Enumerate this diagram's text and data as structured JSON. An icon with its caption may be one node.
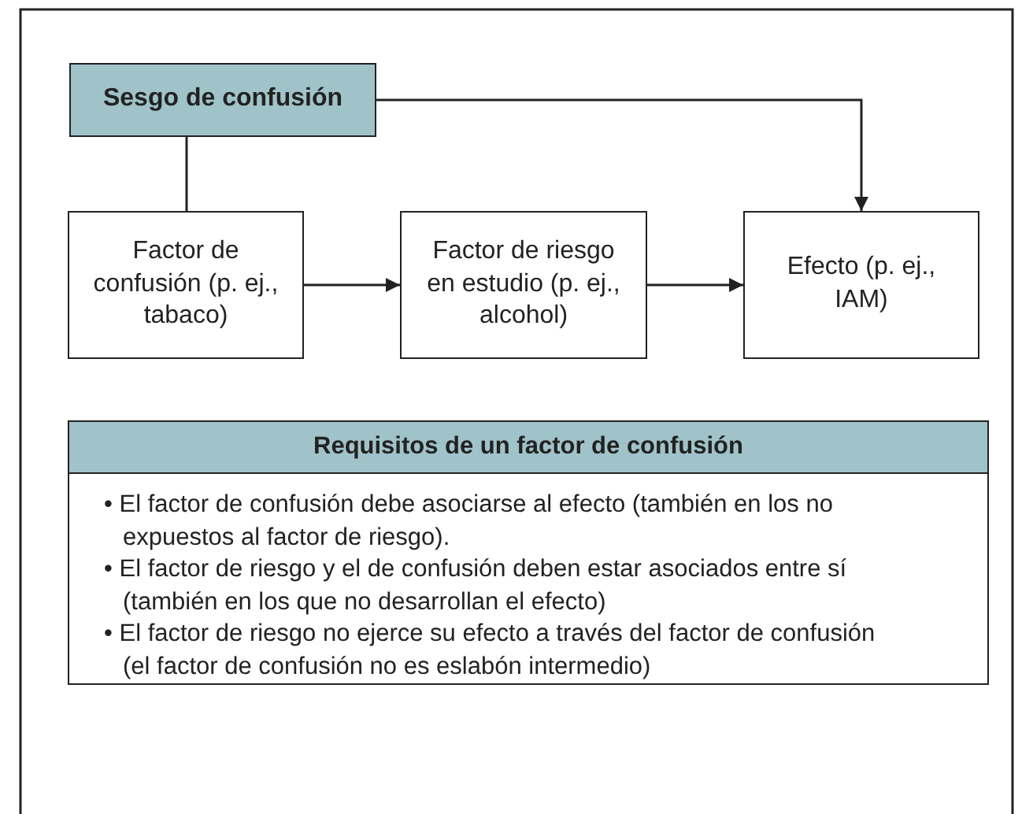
{
  "diagram": {
    "nodes": [
      {
        "text": [
          "Sesgo de confusión"
        ]
      },
      {
        "text": [
          "Factor de confusión (p. ej., tabaco)"
        ]
      },
      {
        "text": [
          "Factor de riesgo en estudio (p. ej., alcohol)"
        ]
      },
      {
        "text": [
          "Efecto (p. ej., IAM)"
        ]
      },
      {
        "text": [
          "Requisitos de un factor de confusión",
          "• El factor de confusión debe asociarse al efecto (también en los no expuestos al factor de riesgo).",
          "• El factor de riesgo y el de confusión deben estar asociados entre sí (también en los que no desarrollan el efecto)",
          "• El factor de riesgo no ejerce su efecto a través del factor de confusión (el factor de confusión no es eslabón intermedio)"
        ]
      }
    ],
    "edges": [
      {
        "from": 0,
        "to": 1,
        "arrow": "none"
      },
      {
        "from": 0,
        "to": 3,
        "arrow": "to"
      },
      {
        "from": 1,
        "to": 2,
        "arrow": "to"
      },
      {
        "from": 2,
        "to": 3,
        "arrow": "to"
      }
    ]
  }
}
